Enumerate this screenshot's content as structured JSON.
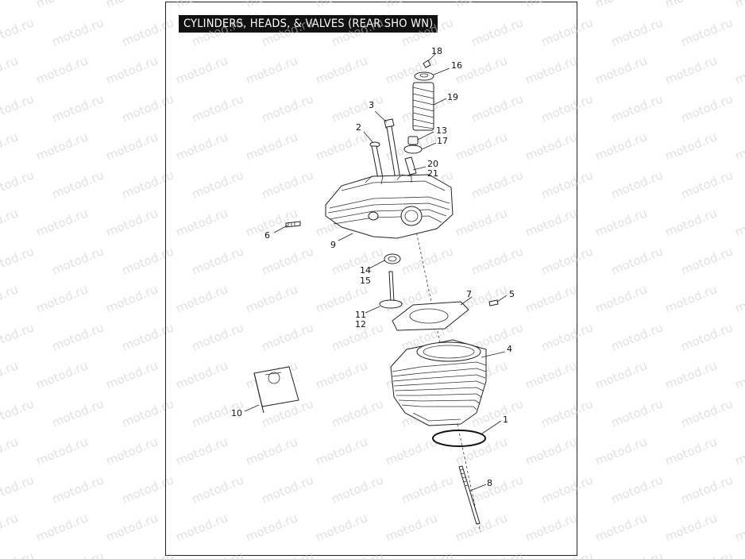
{
  "title": "CYLINDERS,  HEADS, & VALVES (REAR SHO  WN)",
  "watermark": "motod.ru",
  "callouts": [
    {
      "id": "c18",
      "text": "18"
    },
    {
      "id": "c16",
      "text": "16"
    },
    {
      "id": "c19",
      "text": "19"
    },
    {
      "id": "c3",
      "text": "3"
    },
    {
      "id": "c2",
      "text": "2"
    },
    {
      "id": "c13",
      "text": "13"
    },
    {
      "id": "c17",
      "text": "17"
    },
    {
      "id": "c20",
      "text": "20"
    },
    {
      "id": "c21",
      "text": "21"
    },
    {
      "id": "c6",
      "text": "6"
    },
    {
      "id": "c9",
      "text": "9"
    },
    {
      "id": "c14",
      "text": "14"
    },
    {
      "id": "c15",
      "text": "15"
    },
    {
      "id": "c7",
      "text": "7"
    },
    {
      "id": "c5",
      "text": "5"
    },
    {
      "id": "c11",
      "text": "11"
    },
    {
      "id": "c12",
      "text": "12"
    },
    {
      "id": "c4",
      "text": "4"
    },
    {
      "id": "c10",
      "text": "10"
    },
    {
      "id": "c1",
      "text": "1"
    },
    {
      "id": "c8",
      "text": "8"
    }
  ]
}
